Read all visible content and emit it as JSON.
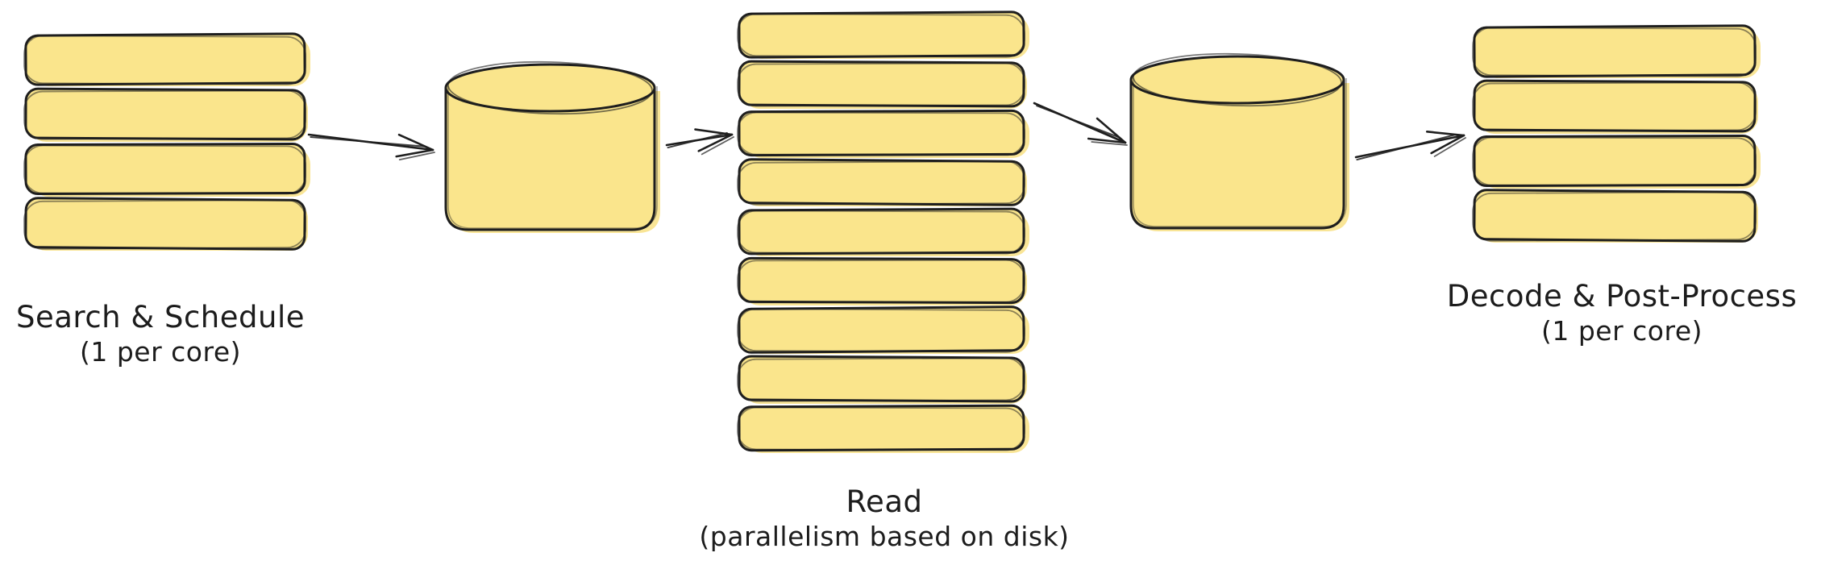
{
  "diagram": {
    "kind": "hand-drawn-pipeline",
    "colors": {
      "fill": "#FAE58C",
      "halo": "#F8DF7C",
      "stroke": "#1E1E1E",
      "text": "#1C1C1C",
      "background": "#FFFFFF"
    },
    "nodes": [
      {
        "id": "search-schedule",
        "type": "stack",
        "units": 4,
        "label": {
          "line1": "Search & Schedule",
          "line2": "(1 per core)"
        }
      },
      {
        "id": "merge-1",
        "type": "cylinder"
      },
      {
        "id": "read",
        "type": "stack",
        "units": 9,
        "label": {
          "line1": "Read",
          "line2": "(parallelism based on disk)"
        }
      },
      {
        "id": "merge-2",
        "type": "cylinder"
      },
      {
        "id": "decode-post-process",
        "type": "stack",
        "units": 4,
        "label": {
          "line1": "Decode & Post-Process",
          "line2": "(1 per core)"
        }
      }
    ],
    "connections": [
      {
        "from": "search-schedule",
        "to": "merge-1"
      },
      {
        "from": "merge-1",
        "to": "read"
      },
      {
        "from": "read",
        "to": "merge-2"
      },
      {
        "from": "merge-2",
        "to": "decode-post-process"
      }
    ]
  }
}
